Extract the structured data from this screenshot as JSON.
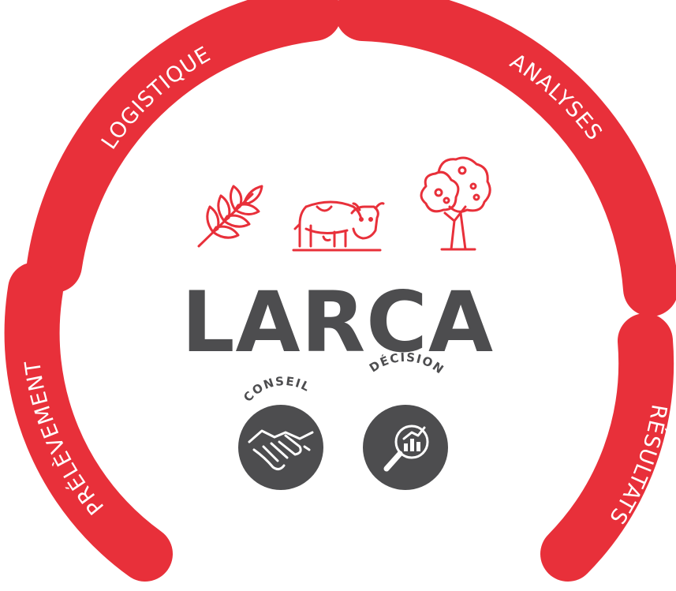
{
  "colors": {
    "accent": "#e8303a",
    "dark": "#4d4d4f",
    "background": "#ffffff"
  },
  "ring": {
    "segments": [
      {
        "label": "LOGISTIQUE"
      },
      {
        "label": "ANALYSES"
      },
      {
        "label": "RÉSULTATS"
      },
      {
        "label": "PRÉLÈVEMENT"
      }
    ]
  },
  "center": {
    "icons": [
      "wheat-icon",
      "cow-icon",
      "tree-icon"
    ],
    "title": "LARCA",
    "badges": [
      {
        "label": "CONSEIL",
        "icon": "handshake-icon"
      },
      {
        "label": "DÉCISION",
        "icon": "magnifier-chart-icon"
      }
    ]
  }
}
